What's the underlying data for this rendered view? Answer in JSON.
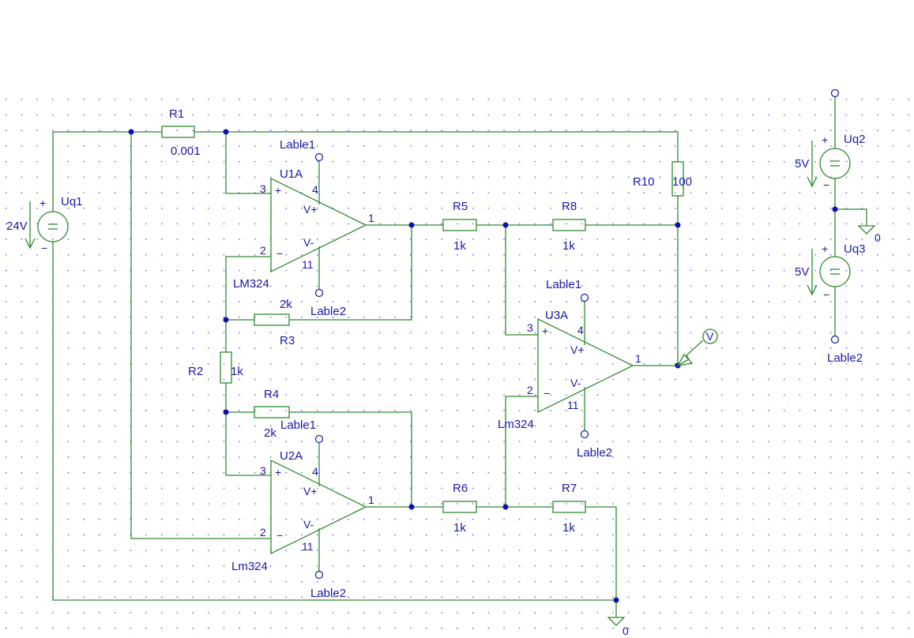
{
  "resistors": [
    {
      "ref": "R1",
      "value": "0.001"
    },
    {
      "ref": "R2",
      "value": "1k"
    },
    {
      "ref": "R3",
      "value": "2k"
    },
    {
      "ref": "R4",
      "value": "2k"
    },
    {
      "ref": "R5",
      "value": "1k"
    },
    {
      "ref": "R6",
      "value": "1k"
    },
    {
      "ref": "R7",
      "value": "1k"
    },
    {
      "ref": "R8",
      "value": "1k"
    },
    {
      "ref": "R10",
      "value": "100"
    }
  ],
  "opamps": [
    {
      "ref": "U1A",
      "model": "LM324"
    },
    {
      "ref": "U2A",
      "model": "Lm324"
    },
    {
      "ref": "U3A",
      "model": "Lm324"
    }
  ],
  "opamp_pins": {
    "in_plus": "3",
    "in_minus": "2",
    "out": "1",
    "vplus": "4",
    "vminus": "11",
    "vplus_label": "V+",
    "vminus_label": "V-",
    "plus_sign": "+",
    "minus_sign": "−"
  },
  "sources": [
    {
      "ref": "Uq1",
      "value": "24V"
    },
    {
      "ref": "Uq2",
      "value": "5V"
    },
    {
      "ref": "Uq3",
      "value": "5V"
    }
  ],
  "source_signs": {
    "plus": "+",
    "minus": "−",
    "symbol": "="
  },
  "labels": {
    "supply_pos": "Lable1",
    "supply_neg": "Lable2"
  },
  "ground": "0",
  "probe": "V"
}
